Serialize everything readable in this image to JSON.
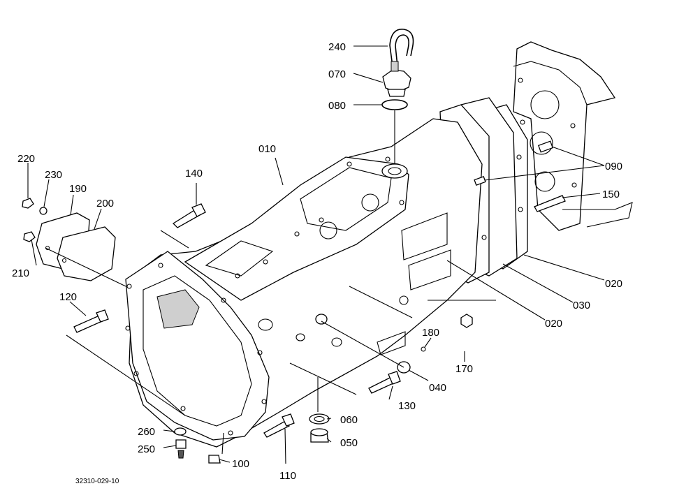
{
  "diagram": {
    "caption": "32310-029-10",
    "callouts": [
      "240",
      "070",
      "080",
      "010",
      "090",
      "150",
      "020",
      "030",
      "020",
      "140",
      "220",
      "230",
      "190",
      "200",
      "210",
      "120",
      "180",
      "170",
      "040",
      "130",
      "060",
      "050",
      "110",
      "100",
      "260",
      "250"
    ]
  }
}
